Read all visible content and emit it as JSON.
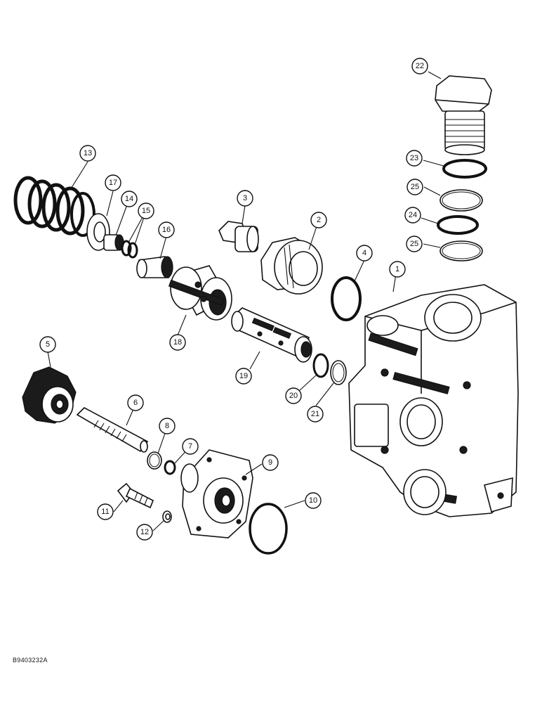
{
  "figure_id": "B9403232A",
  "callouts": [
    {
      "id": "1",
      "label": "1"
    },
    {
      "id": "2",
      "label": "2"
    },
    {
      "id": "3",
      "label": "3"
    },
    {
      "id": "4",
      "label": "4"
    },
    {
      "id": "5",
      "label": "5"
    },
    {
      "id": "6",
      "label": "6"
    },
    {
      "id": "7",
      "label": "7"
    },
    {
      "id": "8",
      "label": "8"
    },
    {
      "id": "9",
      "label": "9"
    },
    {
      "id": "10",
      "label": "10"
    },
    {
      "id": "11",
      "label": "11"
    },
    {
      "id": "12",
      "label": "12"
    },
    {
      "id": "13",
      "label": "13"
    },
    {
      "id": "14",
      "label": "14"
    },
    {
      "id": "15",
      "label": "15"
    },
    {
      "id": "16",
      "label": "16"
    },
    {
      "id": "17",
      "label": "17"
    },
    {
      "id": "18",
      "label": "18"
    },
    {
      "id": "19",
      "label": "19"
    },
    {
      "id": "20",
      "label": "20"
    },
    {
      "id": "21",
      "label": "21"
    },
    {
      "id": "22",
      "label": "22"
    },
    {
      "id": "23",
      "label": "23"
    },
    {
      "id": "24",
      "label": "24"
    },
    {
      "id": "25a",
      "label": "25"
    },
    {
      "id": "25b",
      "label": "25"
    }
  ]
}
